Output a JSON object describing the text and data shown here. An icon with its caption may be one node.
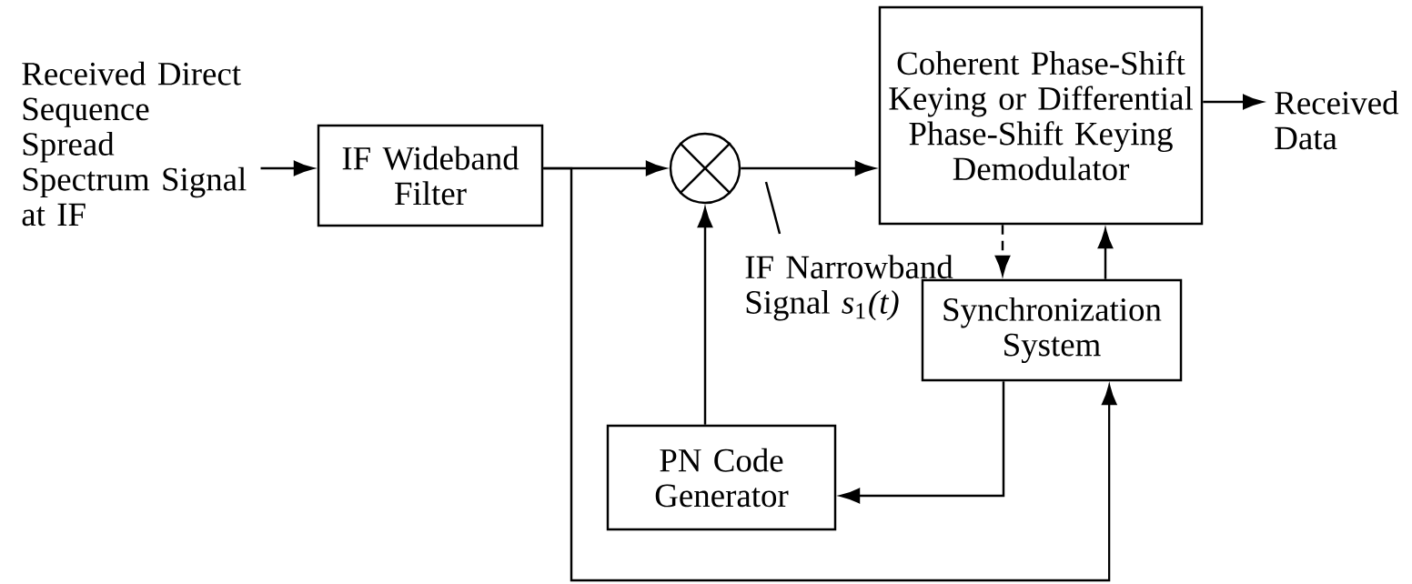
{
  "diagram": {
    "nodes": [
      {
        "text": [
          "Received Direct Sequence Spread Spectrum Signal at IF"
        ]
      },
      {
        "text": [
          "IF Wideband Filter"
        ]
      },
      {
        "text": [],
        "shape": "circle"
      },
      {
        "text": [
          "Coherent Phase-Shift Keying or Differential Phase-Shift Keying Demodulator"
        ]
      },
      {
        "text": [
          "Received Data"
        ]
      },
      {
        "text": [
          "Synchronization System"
        ]
      },
      {
        "text": [
          "PN Code Generator"
        ]
      },
      {
        "text": [
          "IF Narrowband Signal *s*$_{1}$*(t)*"
        ]
      }
    ],
    "edges": [
      {
        "from": 0,
        "to": 1,
        "arrow": "to"
      },
      {
        "from": 1,
        "to": 2,
        "arrow": "to"
      },
      {
        "from": 2,
        "to": 3,
        "arrow": "to"
      },
      {
        "from": 3,
        "to": 4,
        "arrow": "to"
      },
      {
        "from": 3,
        "to": 5,
        "arrow": "to",
        "style": "dashed"
      },
      {
        "from": 5,
        "to": 3,
        "arrow": "to"
      },
      {
        "from": 5,
        "to": 6,
        "arrow": "to"
      },
      {
        "from": 6,
        "to": 2,
        "arrow": "to"
      },
      {
        "from": 1,
        "to": 5,
        "arrow": "to"
      },
      {
        "from": 7,
        "to": null,
        "arrow": "none"
      }
    ]
  }
}
